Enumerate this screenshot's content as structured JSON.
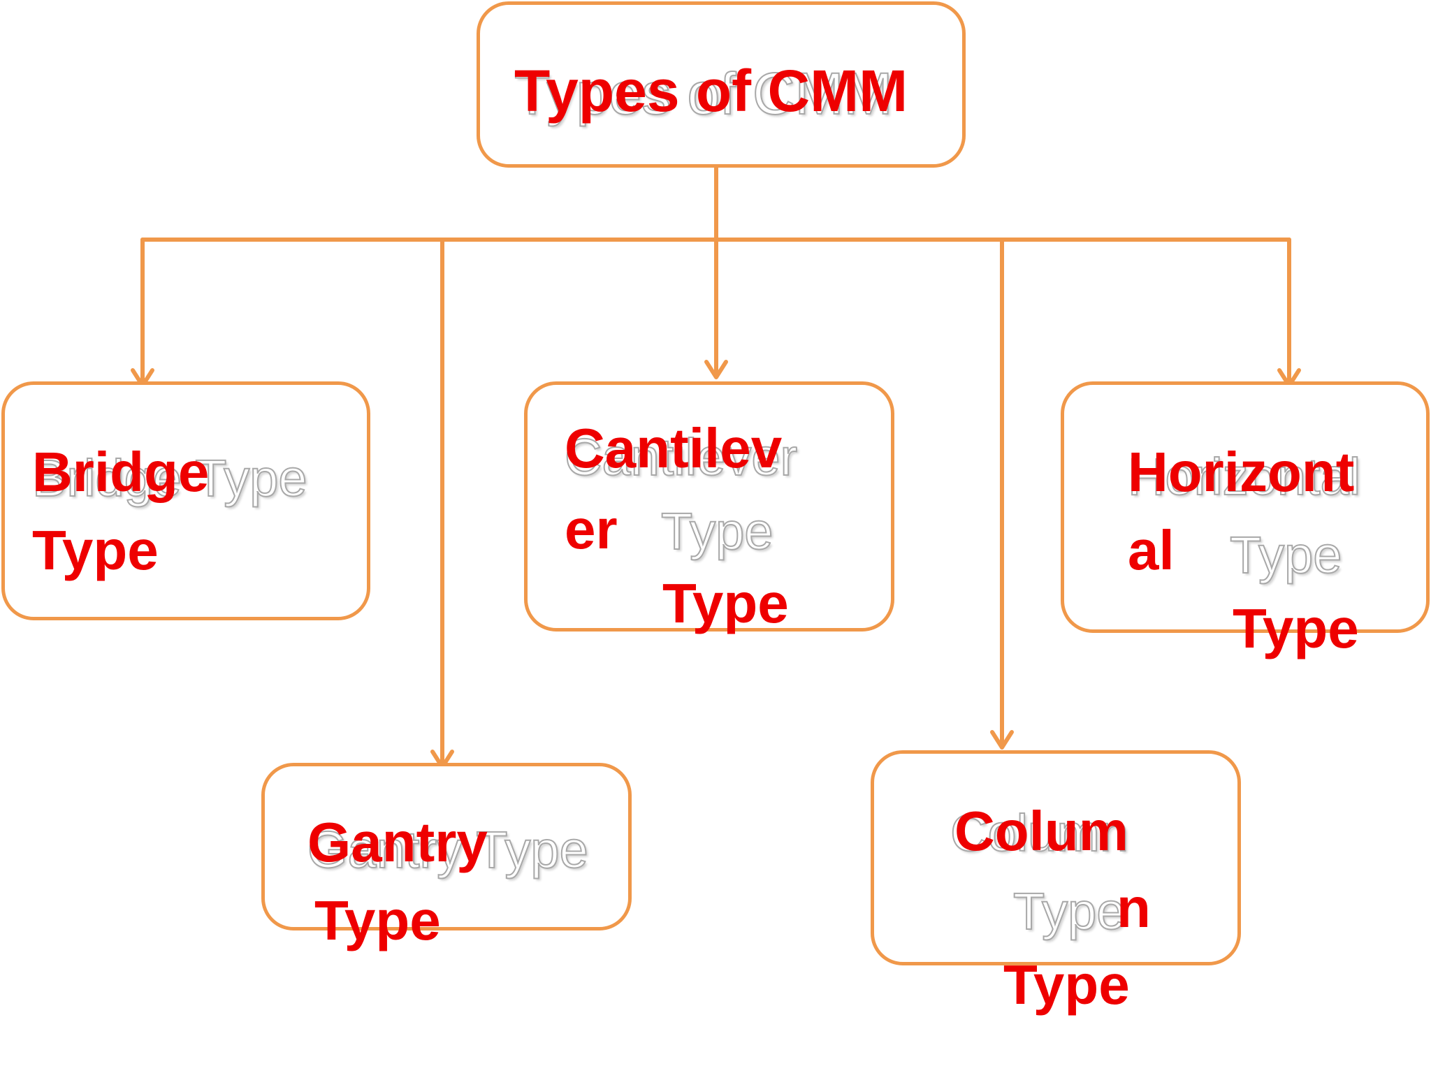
{
  "colors": {
    "accent_orange": "#f0984a",
    "label_red": "#ee0000",
    "ghost_gray": "#a8a8a8",
    "background": "#ffffff"
  },
  "root": {
    "text": "Types of CMM",
    "ghost": "Types of CMM"
  },
  "nodes": {
    "bridge": {
      "lines": [
        "Bridge",
        "Type"
      ],
      "ghost": "Bridge Type"
    },
    "gantry": {
      "lines": [
        "Gantry",
        "Type"
      ],
      "ghost": "Gantry Type"
    },
    "cantilever": {
      "lines": [
        "Cantilev",
        "er",
        "Type"
      ],
      "ghost": [
        "Cantilever",
        "Type"
      ]
    },
    "column": {
      "lines": [
        "Colum",
        "n",
        "Type"
      ],
      "ghost": [
        "Column",
        "Type"
      ]
    },
    "horizontal": {
      "lines": [
        "Horizont",
        "al",
        "Type"
      ],
      "ghost": [
        "Horizontal",
        "Type"
      ]
    }
  }
}
